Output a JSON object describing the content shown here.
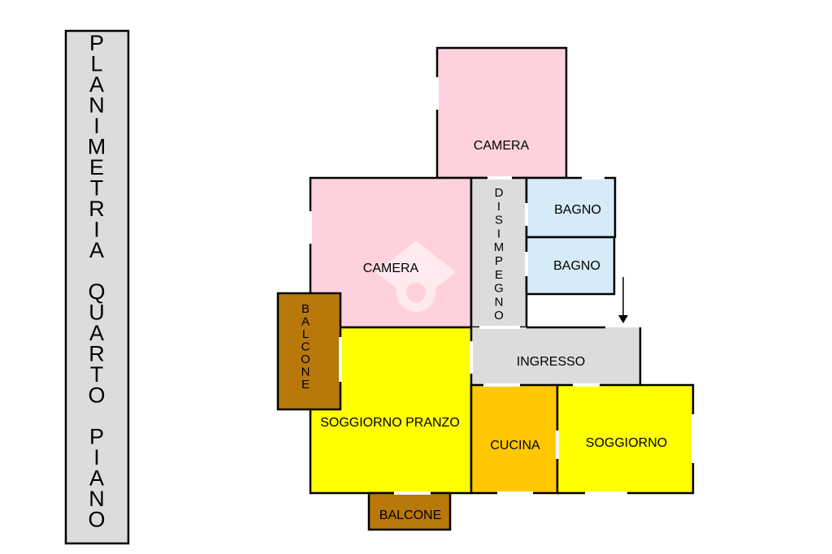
{
  "title": "PLANIMETRIA QUARTO PIANO",
  "rooms": {
    "camera_top": "CAMERA",
    "camera_left": "CAMERA",
    "bagno_1": "BAGNO",
    "bagno_2": "BAGNO",
    "disimpegno": "DISIMPEGNO",
    "ingresso": "INGRESSO",
    "balcone_side": "BALCONE",
    "soggiorno_pranzo": "SOGGIORNO PRANZO",
    "cucina": "CUCINA",
    "soggiorno": "SOGGIORNO",
    "balcone_bottom": "BALCONE"
  },
  "colors": {
    "camera": "#ffd1dc",
    "bagno": "#d6eaf8",
    "corridor": "#dcdcdc",
    "living": "#ffff00",
    "kitchen": "#ffc800",
    "balcony": "#b8780a",
    "title_bg": "#dcdcdc"
  }
}
